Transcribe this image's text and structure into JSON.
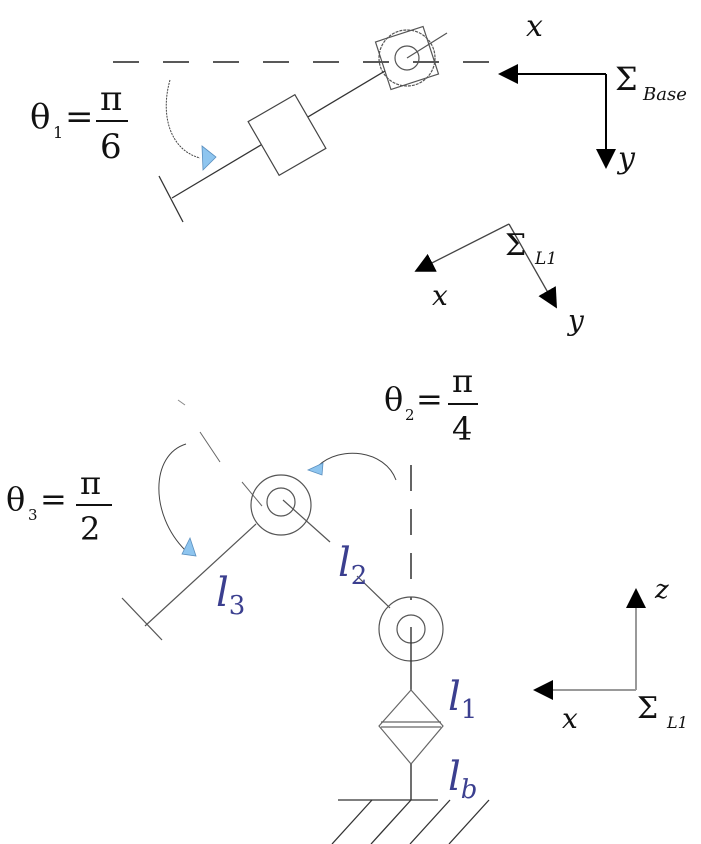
{
  "top_view": {
    "theta1": {
      "symbol": "θ",
      "index": "1",
      "numerator": "π",
      "denominator": "6"
    },
    "base_frame": {
      "sigma": "Σ",
      "subscript": "Base",
      "x_label": "x",
      "y_label": "y"
    },
    "l1_frame": {
      "sigma": "Σ",
      "subscript": "L1",
      "x_label": "x",
      "y_label": "y"
    }
  },
  "side_view": {
    "theta2": {
      "symbol": "θ",
      "index": "2",
      "numerator": "π",
      "denominator": "4"
    },
    "theta3": {
      "symbol": "θ",
      "index": "3",
      "numerator": "π",
      "denominator": "2"
    },
    "links": {
      "l1": {
        "letter": "l",
        "sub": "1"
      },
      "l2": {
        "letter": "l",
        "sub": "2"
      },
      "l3": {
        "letter": "l",
        "sub": "3"
      },
      "lb": {
        "letter": "l",
        "sub": "b"
      }
    },
    "frame": {
      "sigma": "Σ",
      "subscript": "L1",
      "x_label": "x",
      "z_label": "z"
    }
  },
  "colors": {
    "link_label": "#3b3f8f",
    "arrow_tip": "#8ec5ef",
    "line": "#555555"
  }
}
